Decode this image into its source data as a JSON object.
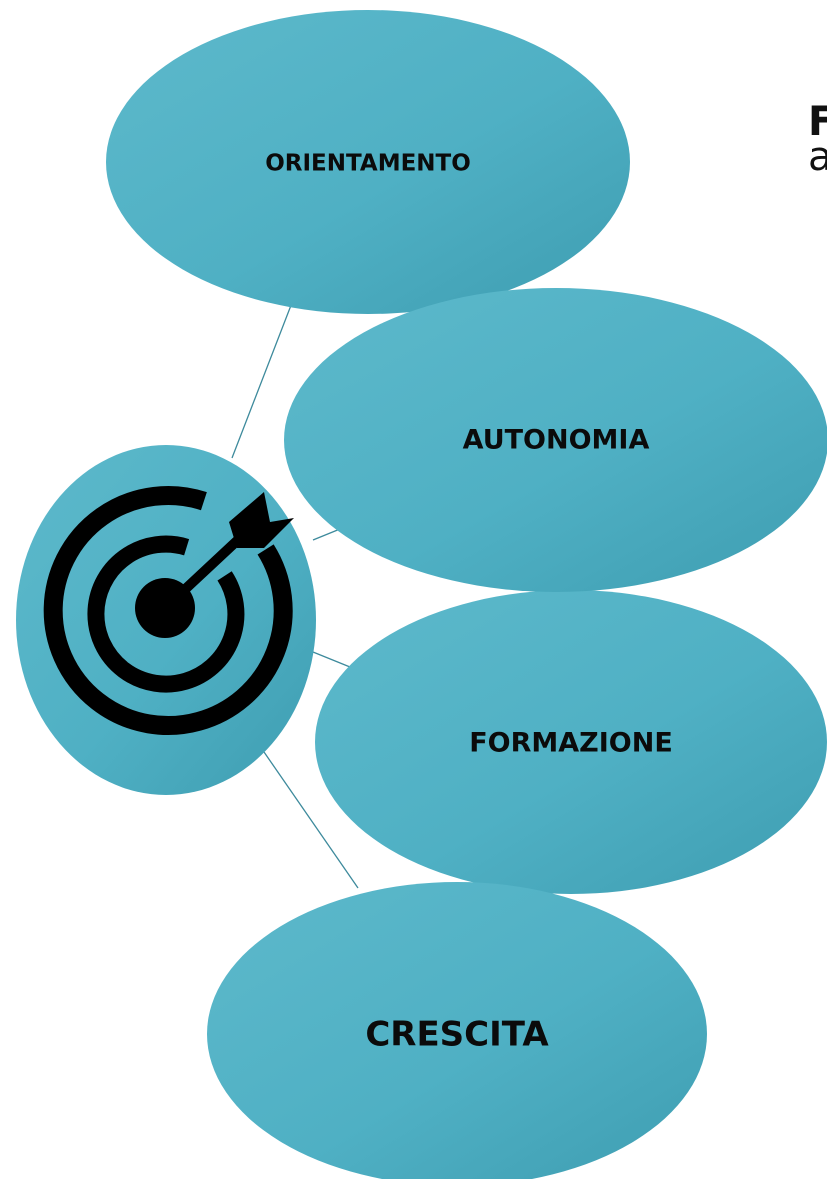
{
  "colors": {
    "ellipse_fill_light": "#59b6c8",
    "ellipse_fill_dark": "#3f9fb3",
    "connector": "#3d8a9c",
    "icon": "#000000",
    "text": "#0b0b0b"
  },
  "center": {
    "icon": "target-with-arrow-icon"
  },
  "nodes": [
    {
      "label": "ORIENTAMENTO"
    },
    {
      "label": "AUTONOMIA"
    },
    {
      "label": "FORMAZIONE"
    },
    {
      "label": "CRESCITA"
    }
  ],
  "side_text": {
    "line1": "F",
    "line2": "a"
  }
}
